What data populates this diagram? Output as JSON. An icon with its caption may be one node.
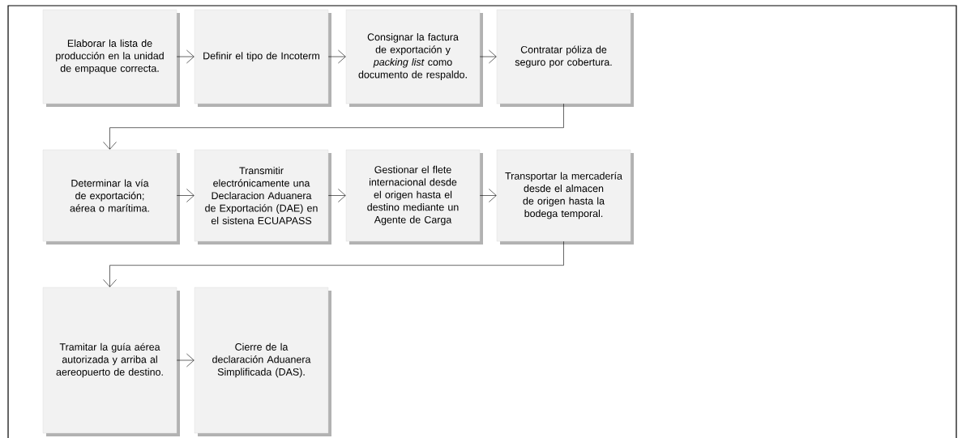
{
  "diagram": {
    "nodes": [
      {
        "text": [
          "Elaborar la lista de producción en la unidad de empaque correcta."
        ]
      },
      {
        "text": [
          "Definir el tipo de Incoterm"
        ]
      },
      {
        "text": [
          "Consignar la factura de exportación y *packing list* como documento de respaldo."
        ]
      },
      {
        "text": [
          "Contratar póliza de seguro por cobertura."
        ]
      },
      {
        "text": [
          "Determinar la vía de exportación; aérea o marítima."
        ]
      },
      {
        "text": [
          "Transmitir electrónicamente una Declaracion Aduanera de Exportación (DAE) en el sistena ECUAPASS"
        ]
      },
      {
        "text": [
          "Gestionar el flete internacional desde el origen hasta el destino mediante un Agente de Carga"
        ]
      },
      {
        "text": [
          "Transportar la mercadería desde el almacen de origen hasta la bodega temporal."
        ]
      },
      {
        "text": [
          "Tramitar la guía aérea autorizada y arriba al aereopuerto de destino."
        ]
      },
      {
        "text": [
          "Cierre de la declaración Aduanera Simplificada (DAS)."
        ]
      }
    ],
    "edges": [
      {
        "from": 0,
        "to": 1,
        "arrow": "to"
      },
      {
        "from": 1,
        "to": 2,
        "arrow": "to"
      },
      {
        "from": 2,
        "to": 3,
        "arrow": "to"
      },
      {
        "from": 3,
        "to": 4,
        "arrow": "to"
      },
      {
        "from": 4,
        "to": 5,
        "arrow": "to"
      },
      {
        "from": 5,
        "to": 6,
        "arrow": "to"
      },
      {
        "from": 6,
        "to": 7,
        "arrow": "to"
      },
      {
        "from": 7,
        "to": 8,
        "arrow": "to"
      },
      {
        "from": 8,
        "to": 9,
        "arrow": "to"
      }
    ]
  }
}
